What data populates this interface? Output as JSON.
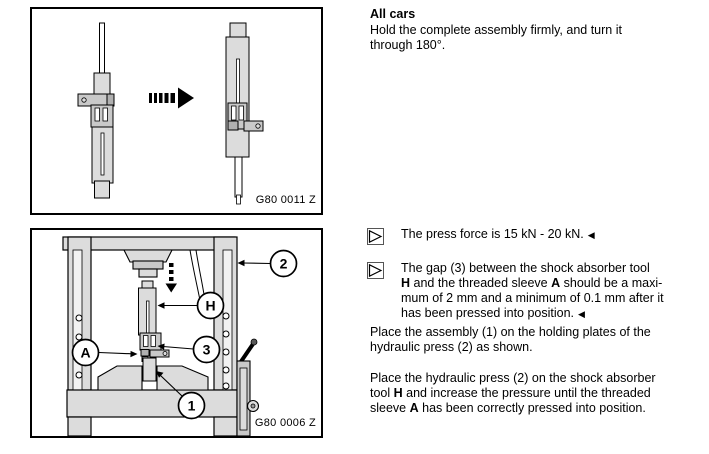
{
  "page": {
    "background": "#ffffff",
    "text_color": "#000000",
    "diagram_fill": "#dcdcdc",
    "diagram_fill_mid": "#c9c9c9",
    "diagram_fill_dark": "#b0b0b0",
    "line_color": "#000000"
  },
  "icons": {
    "note_flag_icon": "▷",
    "end_of_note_icon": "◀",
    "flip_arrow_icon": "dashed right arrow",
    "press_direction_icon": "dashed down arrow"
  },
  "figures": [
    {
      "caption": "G80 0011 Z"
    },
    {
      "caption": "G80 0006 Z",
      "callouts": {
        "press_frame": "2",
        "tool": "H",
        "gap": "3",
        "sleeve": "A",
        "assembly": "1"
      }
    }
  ],
  "right_column": {
    "heading": "All cars",
    "intro": {
      "line1": "Hold the complete assembly firmly, and turn it",
      "line2": "through 180°."
    },
    "note1": {
      "line1": "The press force is 15 kN - 20 kN.",
      "end_marker": "◀"
    },
    "note2": {
      "line1": "The gap (3) between the shock absorber tool",
      "line2_bold1": "H",
      "line2_mid": " and the threaded sleeve ",
      "line2_bold2": "A",
      "line2_end": " should be a maxi-",
      "line3": "mum of 2 mm and a minimum of 0.1 mm after it",
      "line4": "has been pressed into position.",
      "end_marker": "◀"
    },
    "para1": {
      "line1": "Place the assembly (1) on the holding plates of the",
      "line2": "hydraulic press (2) as shown."
    },
    "para2": {
      "line1": "Place the hydraulic press (2) on the shock absorber",
      "line2_pre": "tool ",
      "line2_bold": "H",
      "line2_end": " and increase the pressure until the threaded",
      "line3_pre": "sleeve ",
      "line3_bold": "A",
      "line3_end": " has been correctly pressed into position."
    }
  }
}
